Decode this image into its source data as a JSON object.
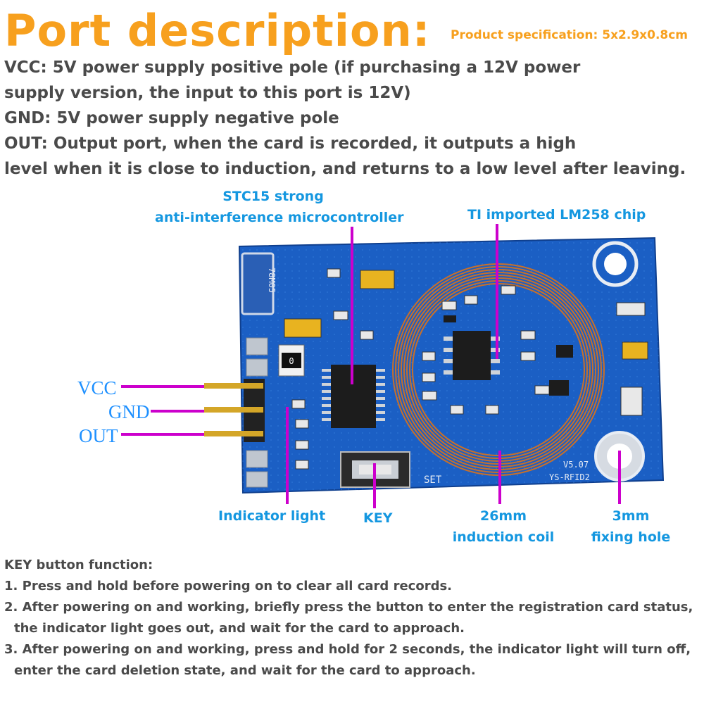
{
  "title": "Port description:",
  "spec": "Product specification: 5x2.9x0.8cm",
  "port_lines": [
    "VCC: 5V power supply positive pole (if purchasing a 12V power",
    "supply version, the input to this port is 12V)",
    "GND: 5V power supply negative pole",
    "OUT: Output port, when the card is recorded, it outputs a high",
    "level when it is close to induction, and returns to a low level after leaving."
  ],
  "callouts": {
    "mcu_line1": "STC15 strong",
    "mcu_line2": "anti-interference microcontroller",
    "chip": "TI imported LM258 chip",
    "indicator": "Indicator light",
    "key": "KEY",
    "coil_line1": "26mm",
    "coil_line2": "induction coil",
    "hole_line1": "3mm",
    "hole_line2": "fixing hole"
  },
  "pins": {
    "vcc": "VCC",
    "gnd": "GND",
    "out": "OUT"
  },
  "board": {
    "regulator": "78M05",
    "resistor": "0",
    "set_label": "SET",
    "version": "V5.07",
    "model": "YS-RFID2"
  },
  "key_function": {
    "heading": "KEY button function:",
    "items": [
      "1. Press and hold before powering on to clear all card records.",
      "2. After powering on and working, briefly press the button to enter the registration card status,",
      "the indicator light goes out, and wait for the card to approach.",
      "3. After powering on and working, press and hold for 2 seconds, the indicator light will turn off,",
      "enter the card deletion state, and wait for the card to approach."
    ]
  },
  "colors": {
    "title": "#f7a01e",
    "text": "#4a4a4a",
    "callout": "#1497e0",
    "leader": "#cc00cc",
    "board": "#1b5fc4",
    "coil": "#c8702a",
    "pin": "#d4a628"
  }
}
